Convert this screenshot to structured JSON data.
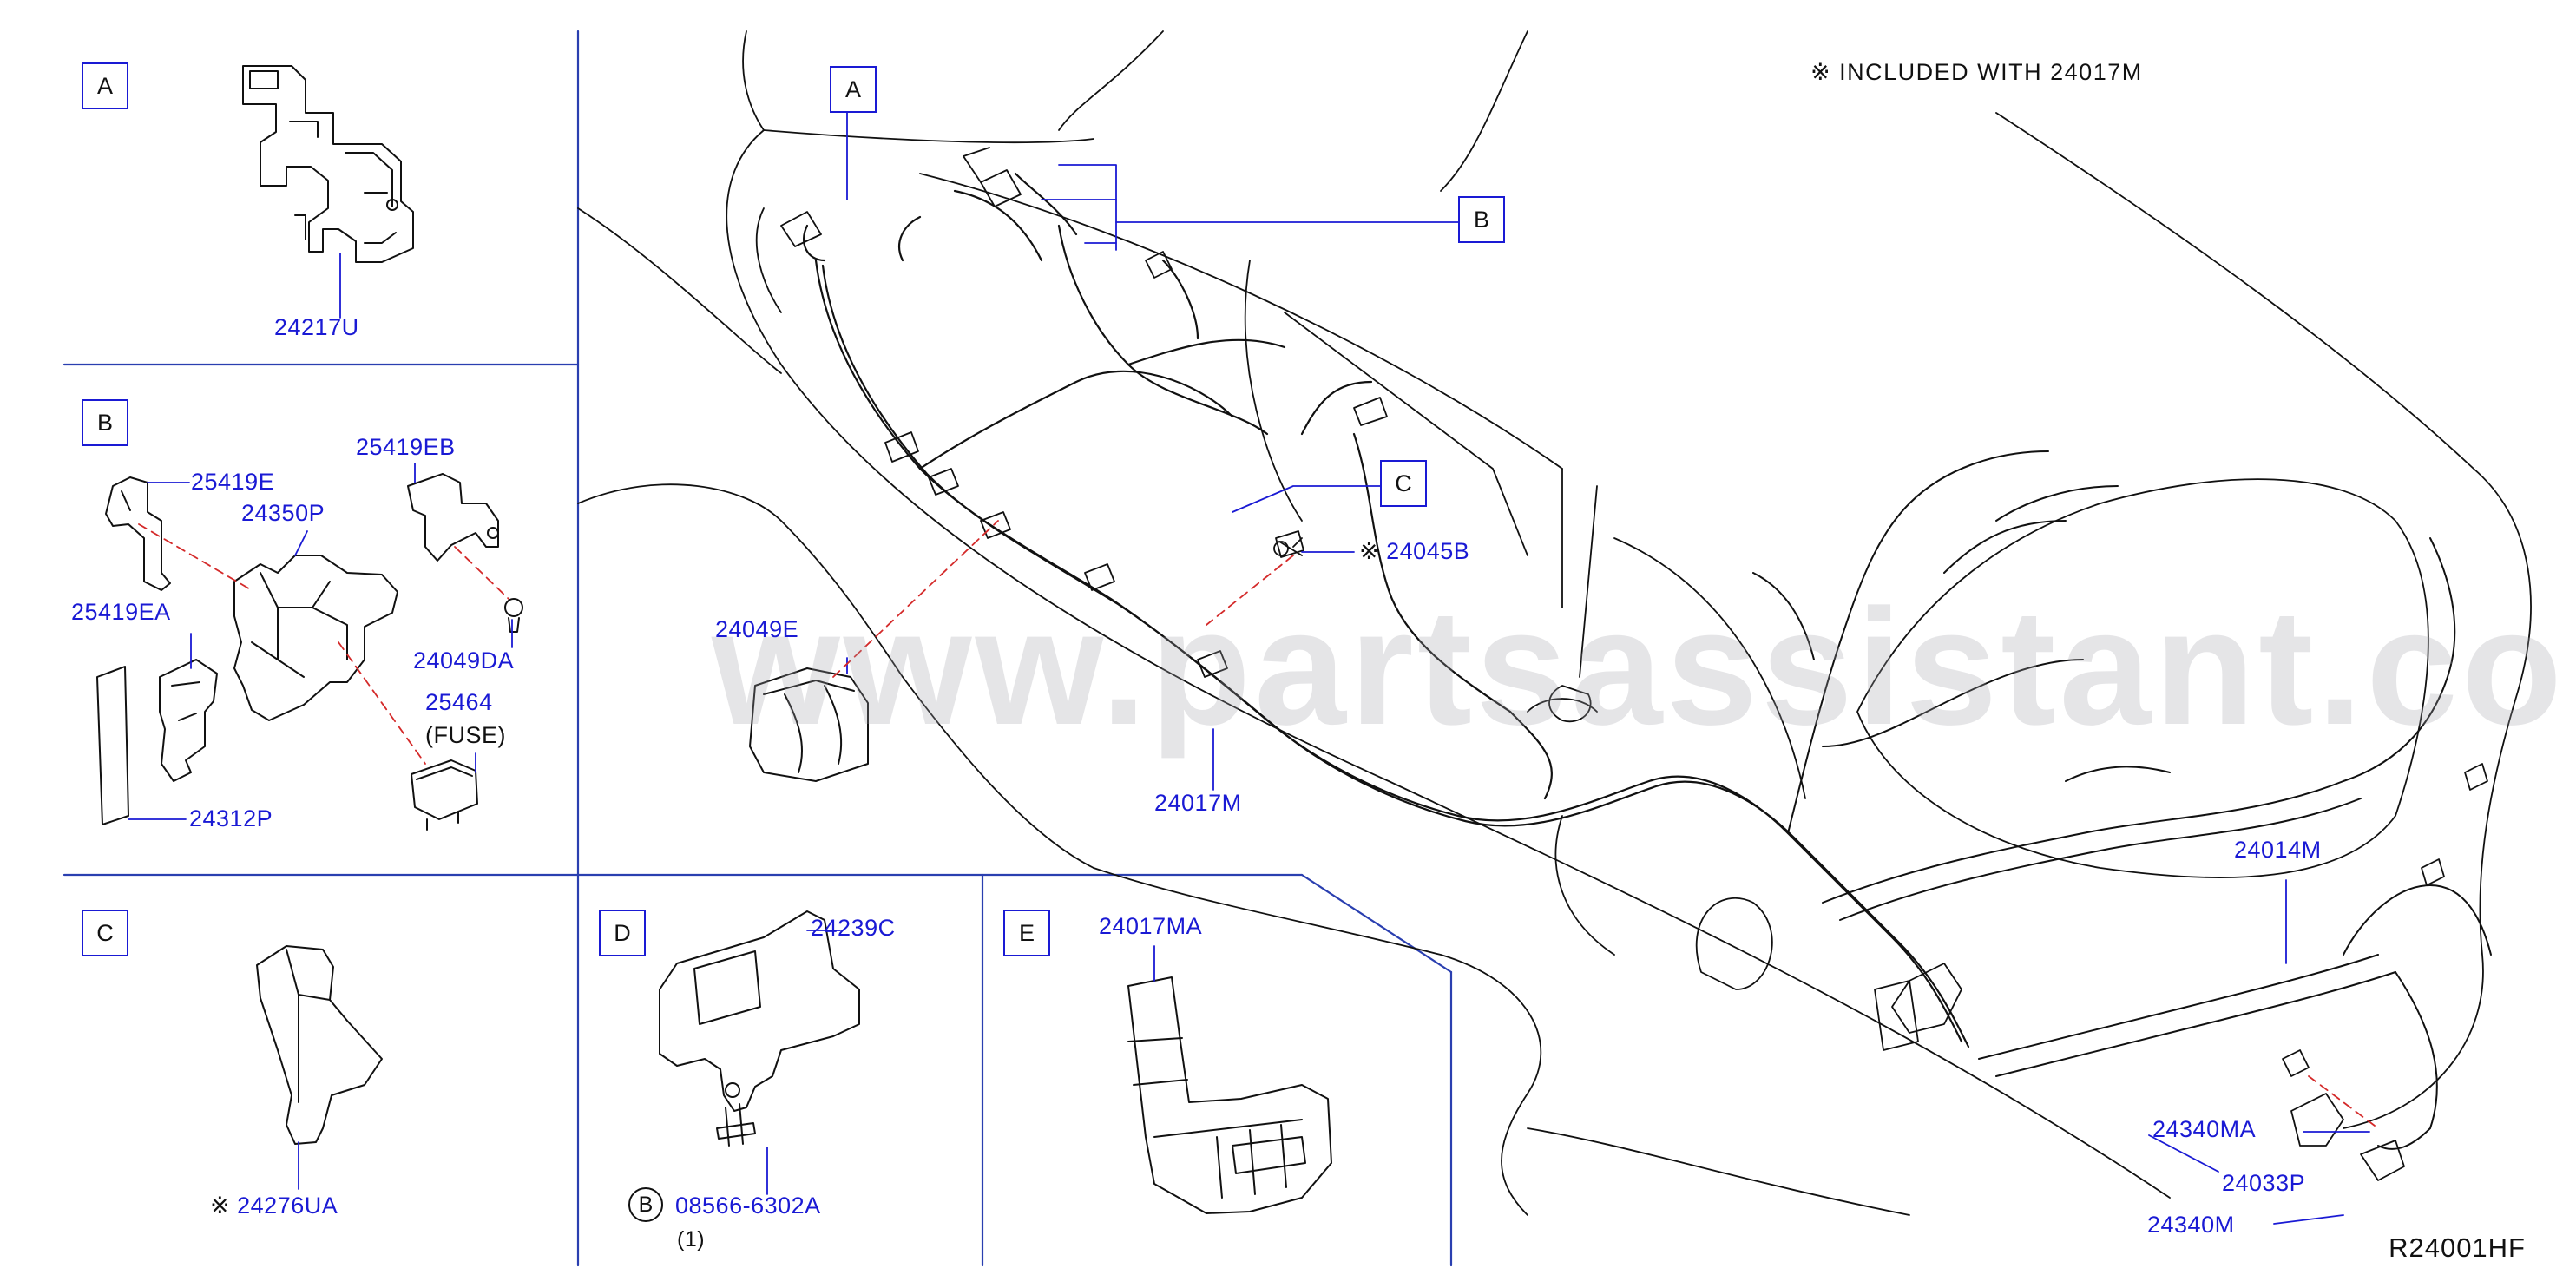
{
  "note": {
    "mark": "※",
    "text": "INCLUDED   WITH   24017M"
  },
  "drawing_code": "R24001HF",
  "watermark": "www.partsassistant.com",
  "panels": {
    "A": "A",
    "B": "B",
    "C": "C",
    "D": "D",
    "E": "E"
  },
  "main_boxes": {
    "A": "A",
    "B": "B",
    "C": "C"
  },
  "parts": {
    "p24217U": "24217U",
    "p25419E": "25419E",
    "p24350P": "24350P",
    "p25419EB": "25419EB",
    "p25419EA": "25419EA",
    "p24049DA": "24049DA",
    "p25464": "25464",
    "fuse": "(FUSE)",
    "p24312P": "24312P",
    "p24276UA": "24276UA",
    "p24239C": "24239C",
    "p08566": "08566-6302A",
    "qty1": "(1)",
    "bolt_circle": "B",
    "p24017MA": "24017MA",
    "p24049E": "24049E",
    "p24017M": "24017M",
    "p24045B": "24045B",
    "p24014M": "24014M",
    "p24340MA": "24340MA",
    "p24033P": "24033P",
    "p24340M": "24340M"
  }
}
